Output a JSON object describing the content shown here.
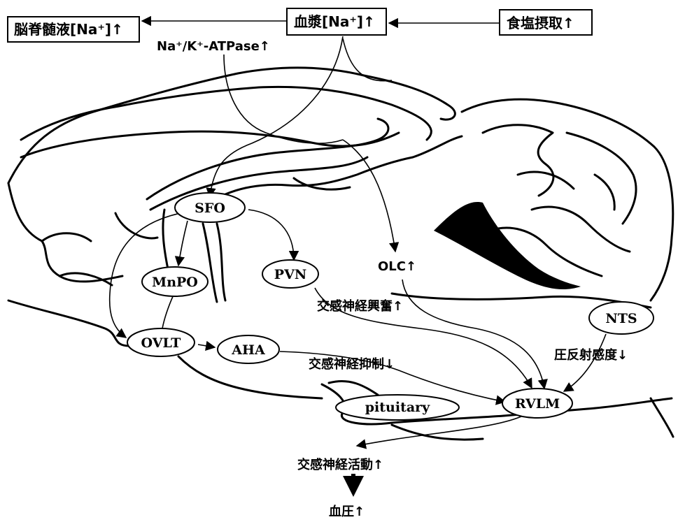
{
  "boxes": {
    "csf_na": "脳脊髄液[Na⁺]↑",
    "plasma_na": "血漿[Na⁺]↑",
    "salt_intake": "食塩摂取↑"
  },
  "labels": {
    "na_k_atpase": "Na⁺/K⁺-ATPase↑",
    "olc": "OLC↑",
    "sympathetic_excitation": "交感神経興奮↑",
    "sympathetic_inhibition": "交感神経抑制↓",
    "baroreflex_sensitivity": "圧反射感度↓",
    "sympathetic_activity": "交感神経活動↑",
    "blood_pressure": "血圧↑"
  },
  "nodes": {
    "sfo": "SFO",
    "mnpo": "MnPO",
    "pvn": "PVN",
    "ovlt": "OVLT",
    "aha": "AHA",
    "pituitary": "pituitary",
    "rvlm": "RVLM",
    "nts": "NTS"
  }
}
